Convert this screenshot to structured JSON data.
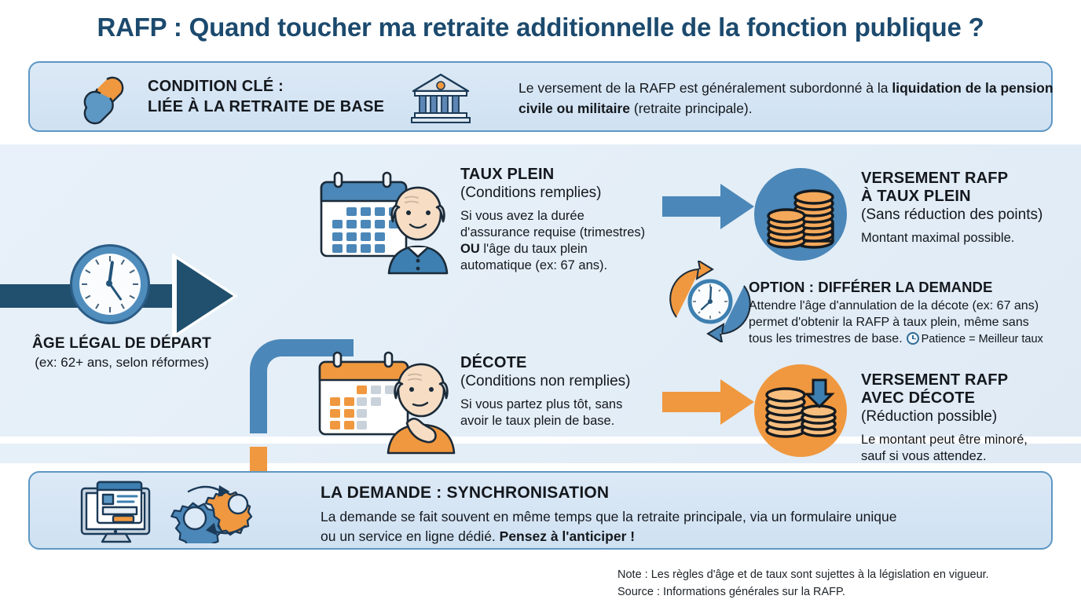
{
  "title": "RAFP : Quand toucher ma retraite additionnelle de la fonction publique ?",
  "colors": {
    "navy": "#1c4a6e",
    "blue": "#4b87b8",
    "orange": "#f0983f",
    "dark_arrow": "#21506e",
    "panel_bg": "#dce9f6",
    "band_bg": "#e4eef7"
  },
  "key_condition": {
    "icon": "link-chain-icon",
    "title_line1": "CONDITION CLÉ :",
    "title_line2": "LIÉE À LA RETRAITE DE BASE",
    "bank_icon": "bank-building-icon",
    "text_before": "Le versement de la RAFP est généralement subordonné à la ",
    "text_bold": "liquidation de la pension civile ou militaire",
    "text_after": " (retraite principale)."
  },
  "start": {
    "icon": "clock-icon",
    "label": "ÂGE LÉGAL DE DÉPART",
    "sublabel": "(ex: 62+ ans, selon réformes)"
  },
  "branch_top": {
    "icon": "calendar-senior-man-icon",
    "heading": "TAUX PLEIN",
    "subheading": "(Conditions remplies)",
    "body_1": "Si vous avez la durée",
    "body_2": "d'assurance requise (trimestres)",
    "body_3_bold": "OU",
    "body_3": " l'âge du taux plein",
    "body_4": "automatique (ex: 67 ans).",
    "arrow": "blue-right-arrow-icon"
  },
  "branch_bottom": {
    "icon": "calendar-worried-man-icon",
    "heading": "DÉCOTE",
    "subheading": "(Conditions non remplies)",
    "body_1": "Si vous partez plus tôt, sans",
    "body_2": "avoir le taux plein de base.",
    "arrow": "orange-right-arrow-icon"
  },
  "result_top": {
    "icon": "coin-stacks-icon",
    "heading_line1": "VERSEMENT RAFP",
    "heading_line2": "À TAUX PLEIN",
    "subheading": "(Sans réduction des points)",
    "note": "Montant maximal possible."
  },
  "result_bottom": {
    "icon": "coin-stacks-down-arrow-icon",
    "heading_line1": "VERSEMENT RAFP",
    "heading_line2": "AVEC DÉCOTE",
    "subheading": "(Réduction possible)",
    "note_1": "Le montant peut être minoré,",
    "note_2": "sauf si vous attendez."
  },
  "option": {
    "icon": "cycle-clock-icon",
    "heading": "OPTION : DIFFÉRER LA DEMANDE",
    "body_1": "Attendre l'âge d'annulation de la décote (ex: 67 ans)",
    "body_2": "permet d'obtenir la RAFP à taux plein, même sans",
    "body_3": "tous les trimestres de base.",
    "badge_icon": "small-clock-icon",
    "badge_text": "Patience = Meilleur taux"
  },
  "demand": {
    "icon_screen": "desktop-form-icon",
    "icon_gears": "gears-sync-icon",
    "title": "LA DEMANDE : SYNCHRONISATION",
    "text_1": "La demande se fait souvent en même temps que la retraite principale, via un formulaire unique",
    "text_2": "ou un service en ligne dédié. ",
    "text_2_bold": "Pensez à l'anticiper !"
  },
  "footer": {
    "note": "Note : Les règles d'âge et de taux sont sujettes à la législation en vigueur.",
    "source": "Source : Informations générales sur la RAFP."
  }
}
